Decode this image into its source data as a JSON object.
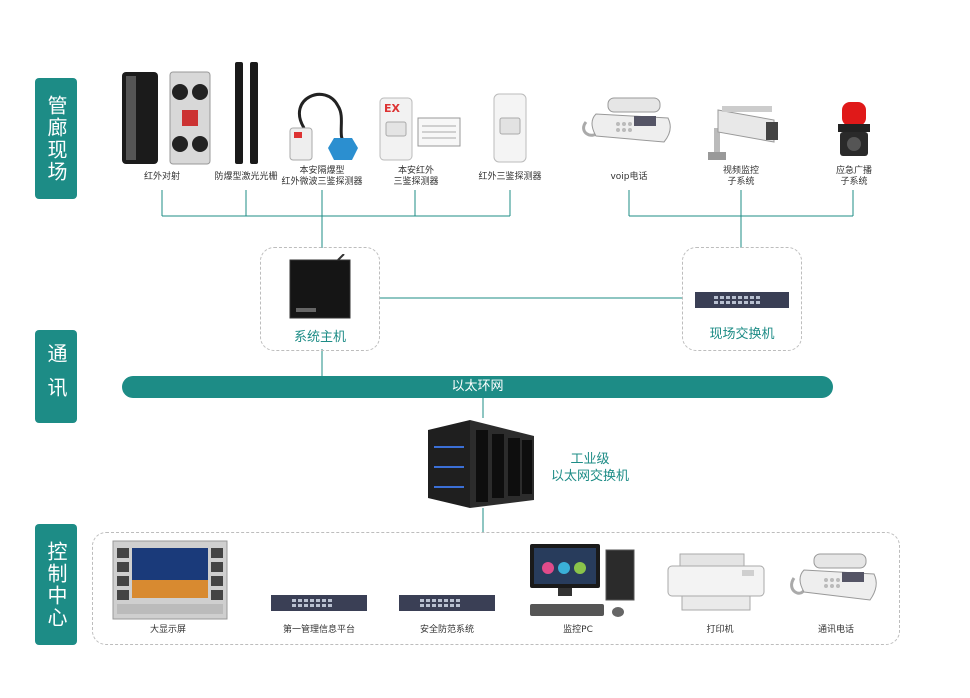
{
  "sections": {
    "site": "管廊现场",
    "comm": "通讯",
    "control": "控制中心"
  },
  "field_devices": [
    {
      "label": "红外对射",
      "icon": "infrared-beam-icon"
    },
    {
      "label": "防爆型激光光栅",
      "icon": "laser-grating-icon"
    },
    {
      "label": "本安隔爆型\n红外微波三鉴探测器",
      "icon": "triple-detector-icon"
    },
    {
      "label": "本安红外\n三鉴探测器",
      "icon": "ex-detector-icon"
    },
    {
      "label": "红外三鉴探测器",
      "icon": "pir-detector-icon"
    },
    {
      "label": "voip电话",
      "icon": "voip-phone-icon"
    },
    {
      "label": "视频监控\n子系统",
      "icon": "cctv-camera-icon"
    },
    {
      "label": "应急广播\n子系统",
      "icon": "alarm-light-icon"
    }
  ],
  "host": {
    "label": "系统主机"
  },
  "site_switch": {
    "label": "现场交换机"
  },
  "ring": {
    "label": "以太环网"
  },
  "core_switch": {
    "label": "工业级\n以太网交换机"
  },
  "control_devices": [
    {
      "label": "大显示屏",
      "icon": "video-wall-icon"
    },
    {
      "label": "第一管理信息平台",
      "icon": "switch-icon"
    },
    {
      "label": "安全防范系统",
      "icon": "switch-icon"
    },
    {
      "label": "监控PC",
      "icon": "pc-icon"
    },
    {
      "label": "打印机",
      "icon": "printer-icon"
    },
    {
      "label": "通讯电话",
      "icon": "phone-icon"
    }
  ],
  "colors": {
    "accent": "#1d8c86",
    "dash": "#bdbdbd"
  }
}
